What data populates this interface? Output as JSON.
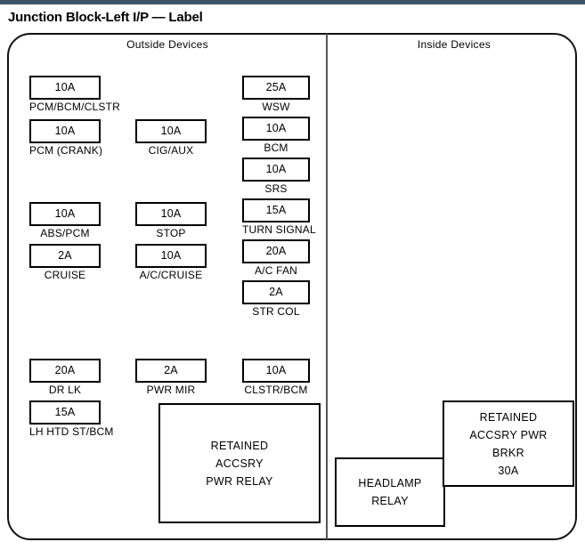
{
  "top_bar_color": "#3d5266",
  "title": "Junction Block-Left I/P — Label",
  "sections": {
    "outside_label": "Outside  Devices",
    "inside_label": "Inside  Devices"
  },
  "columns": {
    "column1": [
      {
        "rating": "10A",
        "caption": "PCM/BCM/CLSTR"
      },
      {
        "rating": "10A",
        "caption": "PCM (CRANK)"
      },
      {
        "rating": "10A",
        "caption": "ABS/PCM"
      },
      {
        "rating": "2A",
        "caption": "CRUISE"
      },
      {
        "rating": "20A",
        "caption": "DR LK"
      },
      {
        "rating": "15A",
        "caption": "LH HTD ST/BCM"
      }
    ],
    "column2": [
      {
        "rating": "10A",
        "caption": "CIG/AUX"
      },
      {
        "rating": "10A",
        "caption": "STOP"
      },
      {
        "rating": "10A",
        "caption": "A/C/CRUISE"
      },
      {
        "rating": "2A",
        "caption": "PWR MIR"
      }
    ],
    "column3": [
      {
        "rating": "25A",
        "caption": "WSW"
      },
      {
        "rating": "10A",
        "caption": "BCM"
      },
      {
        "rating": "10A",
        "caption": "SRS"
      },
      {
        "rating": "15A",
        "caption": "TURN SIGNAL"
      },
      {
        "rating": "20A",
        "caption": "A/C FAN"
      },
      {
        "rating": "2A",
        "caption": "STR COL"
      },
      {
        "rating": "10A",
        "caption": "CLSTR/BCM"
      }
    ]
  },
  "relays": {
    "retained_accsry_pwr_relay": {
      "line1": "RETAINED",
      "line2": "ACCSRY",
      "line3": "PWR RELAY"
    },
    "headlamp_relay": {
      "line1": "HEADLAMP",
      "line2": "RELAY"
    },
    "retained_accsry_pwr_brkr": {
      "line1": "RETAINED",
      "line2": "ACCSRY PWR",
      "line3": "BRKR",
      "line4": "30A"
    }
  }
}
